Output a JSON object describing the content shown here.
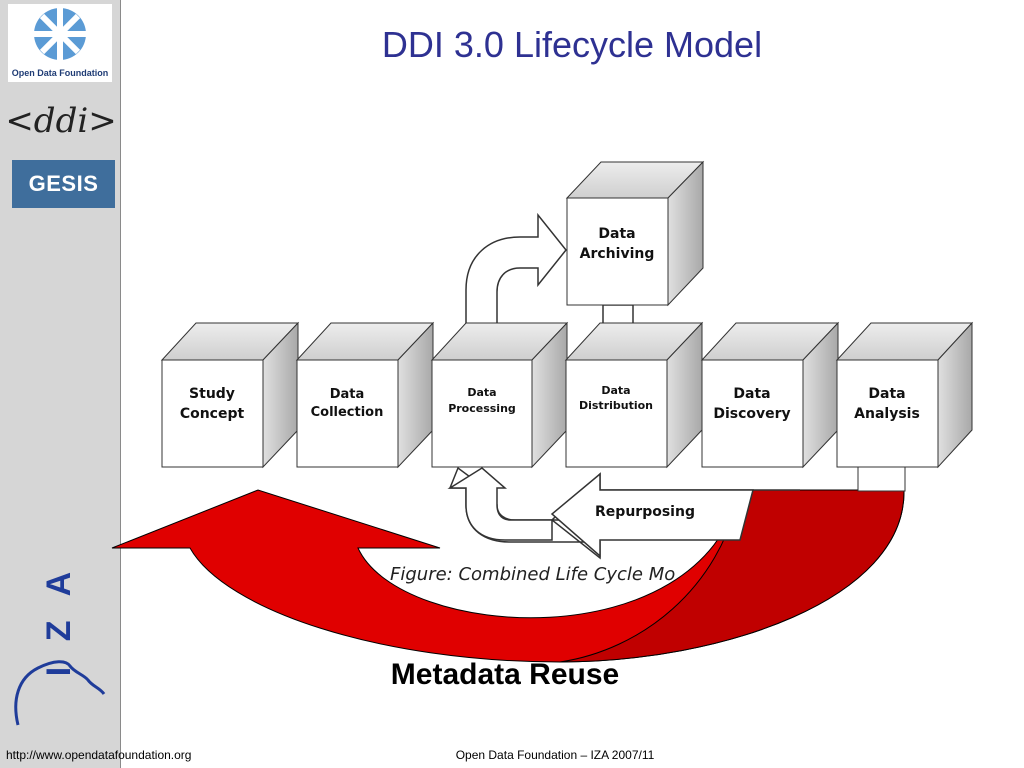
{
  "slide": {
    "title": "DDI 3.0 Lifecycle Model",
    "footer_left": "http://www.opendatafoundation.org",
    "footer_center": "Open Data Foundation – IZA 2007/11"
  },
  "sidebar": {
    "odf_logo_text": "Open Data Foundation",
    "ddi_logo_text": "<ddi>",
    "gesis_logo_text": "GESIS",
    "iza_logo_text": "I Z A"
  },
  "diagram": {
    "boxes": [
      {
        "id": "study-concept",
        "lines": [
          "Study",
          "Concept"
        ]
      },
      {
        "id": "data-collection",
        "lines": [
          "Data",
          "Collection"
        ]
      },
      {
        "id": "data-processing",
        "lines": [
          "Data",
          "Processing"
        ]
      },
      {
        "id": "data-distribution",
        "lines": [
          "Data",
          "Distribution"
        ]
      },
      {
        "id": "data-discovery",
        "lines": [
          "Data",
          "Discovery"
        ]
      },
      {
        "id": "data-analysis",
        "lines": [
          "Data",
          "Analysis"
        ]
      },
      {
        "id": "data-archiving",
        "lines": [
          "Data",
          "Archiving"
        ]
      }
    ],
    "repurposing_label": "Repurposing",
    "figure_caption": "Figure: Combined Life Cycle Mo",
    "reuse_label": "Metadata Reuse"
  },
  "colors": {
    "title": "#2e3192",
    "sidebar": "#d6d6d6",
    "gesis": "#3f6e9c",
    "reuse_arrow": "#e00000",
    "reuse_arrow_dark": "#c00000"
  }
}
